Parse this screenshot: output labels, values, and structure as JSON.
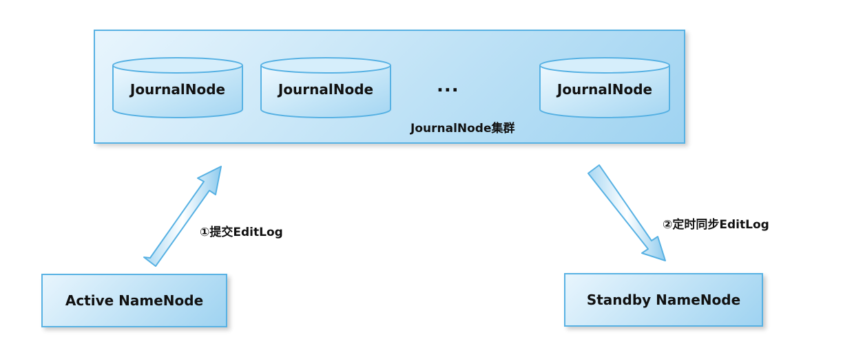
{
  "cluster": {
    "label": "JournalNode集群",
    "ellipsis": "...",
    "nodes": [
      "JournalNode",
      "JournalNode",
      "JournalNode"
    ]
  },
  "active": {
    "label": "Active NameNode"
  },
  "standby": {
    "label": "Standby NameNode"
  },
  "steps": {
    "submit": "①提交EditLog",
    "sync": "②定时同步EditLog"
  },
  "colors": {
    "border": "#57b1e3",
    "fill_light": "#e8f5fd",
    "fill_dark": "#9fd3f1"
  }
}
